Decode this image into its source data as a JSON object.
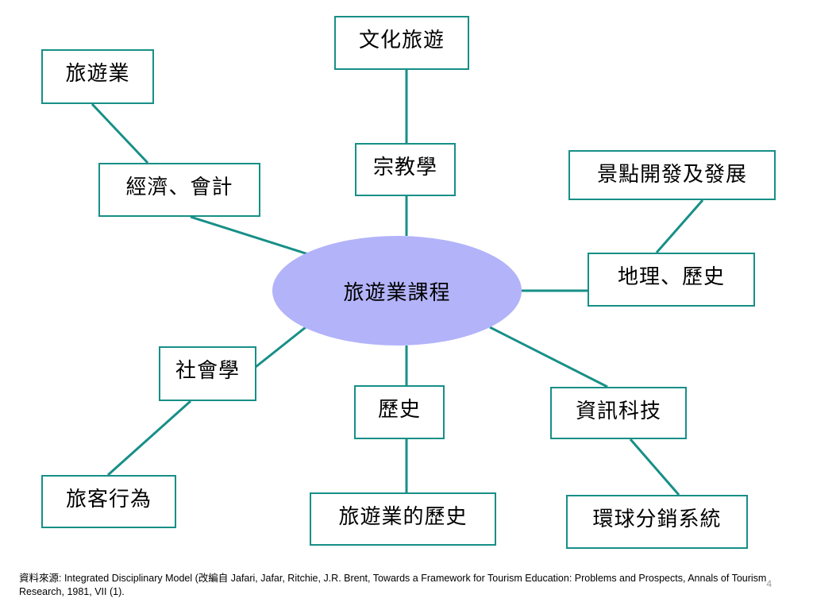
{
  "diagram": {
    "center": "旅遊業課程",
    "nodes": {
      "cultural_tourism": "文化旅遊",
      "religion": "宗教學",
      "tourism_industry": "旅遊業",
      "economics_accounting": "經濟、會計",
      "attraction_development": "景點開發及發展",
      "geography_history": "地理、歷史",
      "sociology": "社會學",
      "traveler_behavior": "旅客行為",
      "history": "歷史",
      "tourism_history": "旅遊業的歷史",
      "info_tech": "資訊科技",
      "gds": "環球分銷系統"
    },
    "colors": {
      "line": "#178f87",
      "box_border": "#178f87",
      "center_fill": "#b3b3fa"
    }
  },
  "footer": {
    "source": "資料來源: Integrated Disciplinary Model (改編自 Jafari, Jafar, Ritchie, J.R. Brent, Towards a Framework for Tourism Education: Problems and Prospects, Annals of Tourism Research, 1981, VII (1).",
    "page_number": "4"
  }
}
